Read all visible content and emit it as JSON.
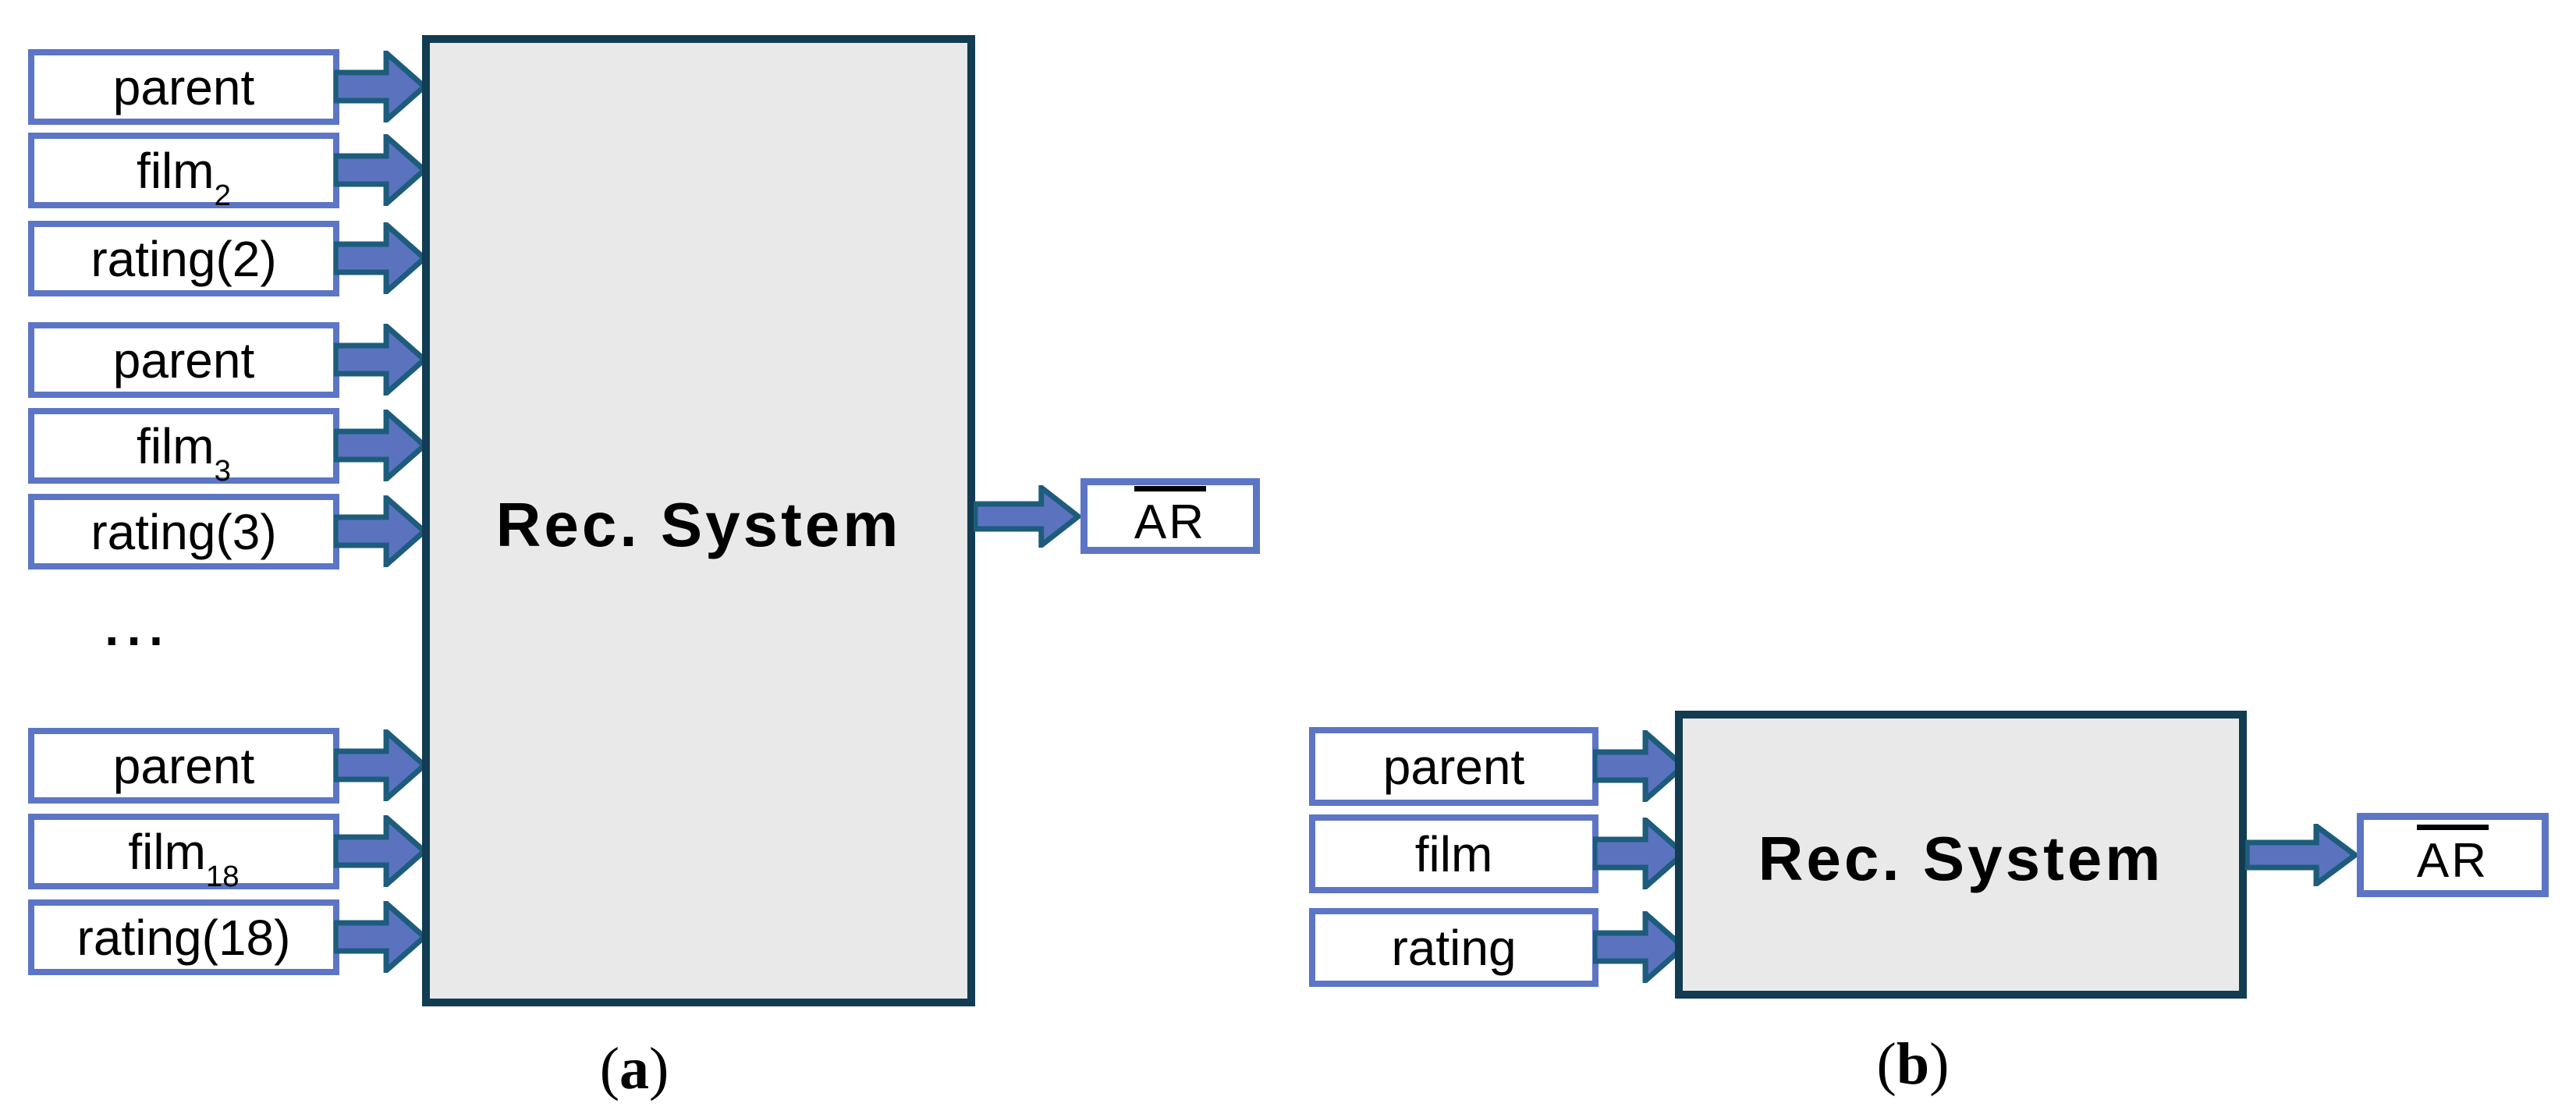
{
  "colors": {
    "input_box_border": "#5C75C5",
    "arrow_fill": "#5B73BF",
    "arrow_outline": "#1D5C7C",
    "system_box_border": "#113C52",
    "system_box_fill": "#E9E9E9",
    "text": "#000000",
    "background": "#FFFFFF"
  },
  "diagram_a": {
    "inputs": [
      {
        "base": "parent",
        "sub": ""
      },
      {
        "base": "film",
        "sub": "2"
      },
      {
        "base": "rating(2)",
        "sub": ""
      },
      {
        "base": "parent",
        "sub": ""
      },
      {
        "base": "film",
        "sub": "3"
      },
      {
        "base": "rating(3)",
        "sub": ""
      },
      {
        "base": "parent",
        "sub": ""
      },
      {
        "base": "film",
        "sub": "18"
      },
      {
        "base": "rating(18)",
        "sub": ""
      }
    ],
    "ellipsis": "...",
    "system_label": "Rec. System",
    "output_label": "AR",
    "caption": {
      "open": "(",
      "letter": "a",
      "close": ")"
    }
  },
  "diagram_b": {
    "inputs": [
      {
        "base": "parent",
        "sub": ""
      },
      {
        "base": "film",
        "sub": ""
      },
      {
        "base": "rating",
        "sub": ""
      }
    ],
    "system_label": "Rec. System",
    "output_label": "AR",
    "caption": {
      "open": "(",
      "letter": "b",
      "close": ")"
    }
  }
}
